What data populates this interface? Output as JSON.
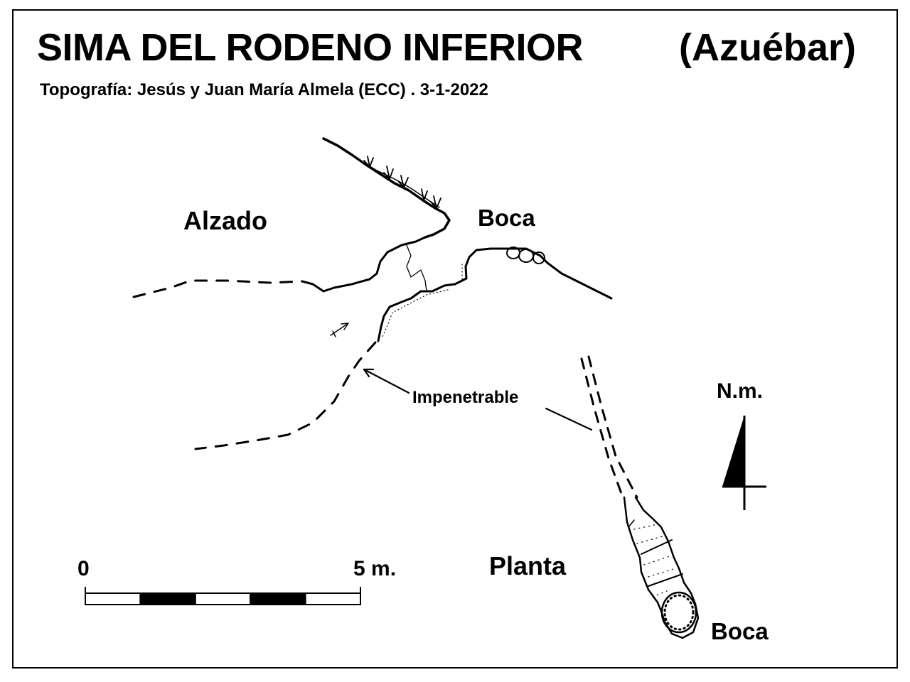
{
  "header": {
    "title": "SIMA DEL RODENO INFERIOR",
    "region": "(Azuébar)",
    "credits": "Topografía: Jesús y Juan María Almela (ECC)   .   3-1-2022"
  },
  "labels": {
    "alzado": "Alzado",
    "boca_alzado": "Boca",
    "impenetrable": "Impenetrable",
    "north": "N.m.",
    "planta": "Planta",
    "boca_planta": "Boca"
  },
  "scale_bar": {
    "start_label": "0",
    "end_label": "5 m."
  },
  "colors": {
    "ink": "#000000",
    "paper": "#ffffff"
  },
  "icons": {
    "north_arrow": "north-arrow-icon",
    "vegetation": "grass-tuft-icon"
  }
}
